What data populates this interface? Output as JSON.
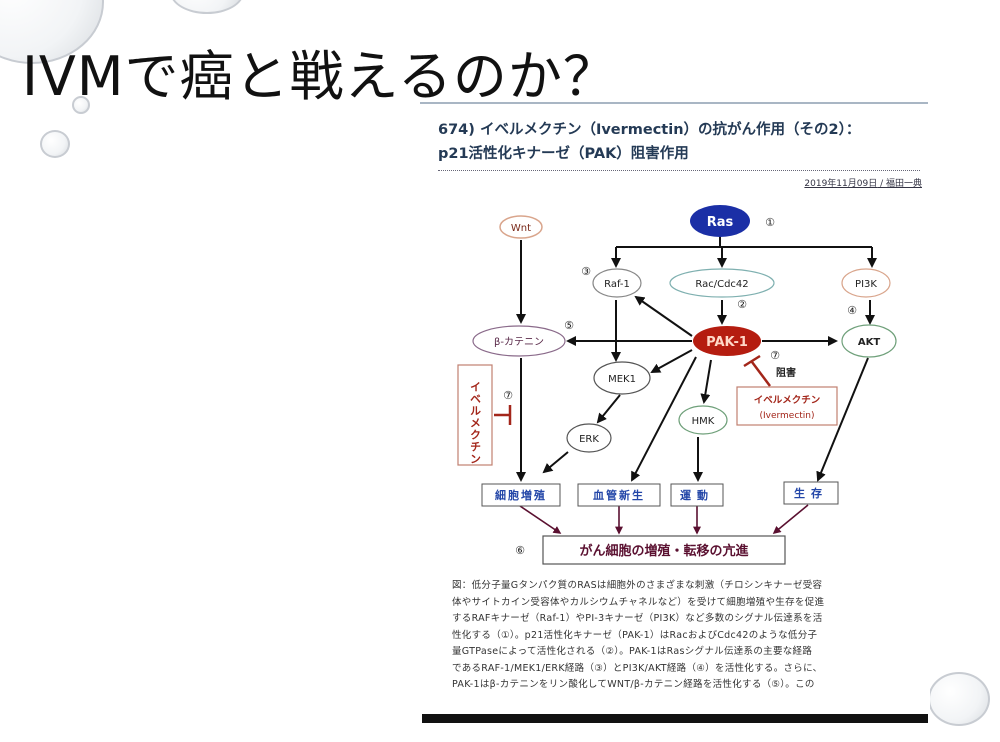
{
  "slide": {
    "title": "IVMで癌と戦えるのか？"
  },
  "article": {
    "title_line1": "674) イベルメクチン（Ivermectin）の抗がん作用（その2）：",
    "title_line2": "p21活性化キナーゼ（PAK）阻害作用",
    "date": "2019年11月09日",
    "author": "福田一典",
    "caption_lines": [
      "図：低分子量Gタンパク質のRASは細胞外のさまざまな刺激（チロシンキナーゼ受容",
      "体やサイトカイン受容体やカルシウムチャネルなど）を受けて細胞増殖や生存を促進",
      "するRAFキナーゼ（Raf-1）やPI-3キナーゼ（PI3K）など多数のシグナル伝達系を活",
      "性化する（①）。p21活性化キナーゼ（PAK-1）はRacおよびCdc42のような低分子",
      "量GTPaseによって活性化される（②）。PAK-1はRasシグナル伝達系の主要な経路",
      "であるRAF-1/MEK1/ERK経路（③）とPI3K/AKT経路（④）を活性化する。さらに、",
      "PAK-1はβ-カテニンをリン酸化してWNT/β-カテニン経路を活性化する（⑤）。この"
    ]
  },
  "diagram": {
    "nodes": {
      "ras": "Ras",
      "wnt": "Wnt",
      "raf1": "Raf-1",
      "rac": "Rac/Cdc42",
      "pi3k": "PI3K",
      "catenin": "β-カテニン",
      "pak1": "PAK-1",
      "akt": "AKT",
      "mek1": "MEK1",
      "erk": "ERK",
      "hmk": "HMK"
    },
    "markers": {
      "m1": "①",
      "m2": "②",
      "m3": "③",
      "m4": "④",
      "m5": "⑤",
      "m6": "⑥",
      "m7a": "⑦",
      "m7b": "⑦"
    },
    "inhibit_label": "阻害",
    "ivermectin_jp": "イベルメクチン",
    "ivermectin_en": "(Ivermectin)",
    "ivermectin_vertical": "イベルメクチン",
    "outcomes": {
      "proliferation": "細胞増殖",
      "angiogenesis": "血管新生",
      "motility": "運動",
      "survival": "生存"
    },
    "final": "がん細胞の増殖・転移の亢進",
    "colors": {
      "ras": "#1b2fa6",
      "pak": "#b51d10",
      "inhibit": "#a3261a",
      "outcome": "#2346a8",
      "final": "#5a1030"
    }
  }
}
